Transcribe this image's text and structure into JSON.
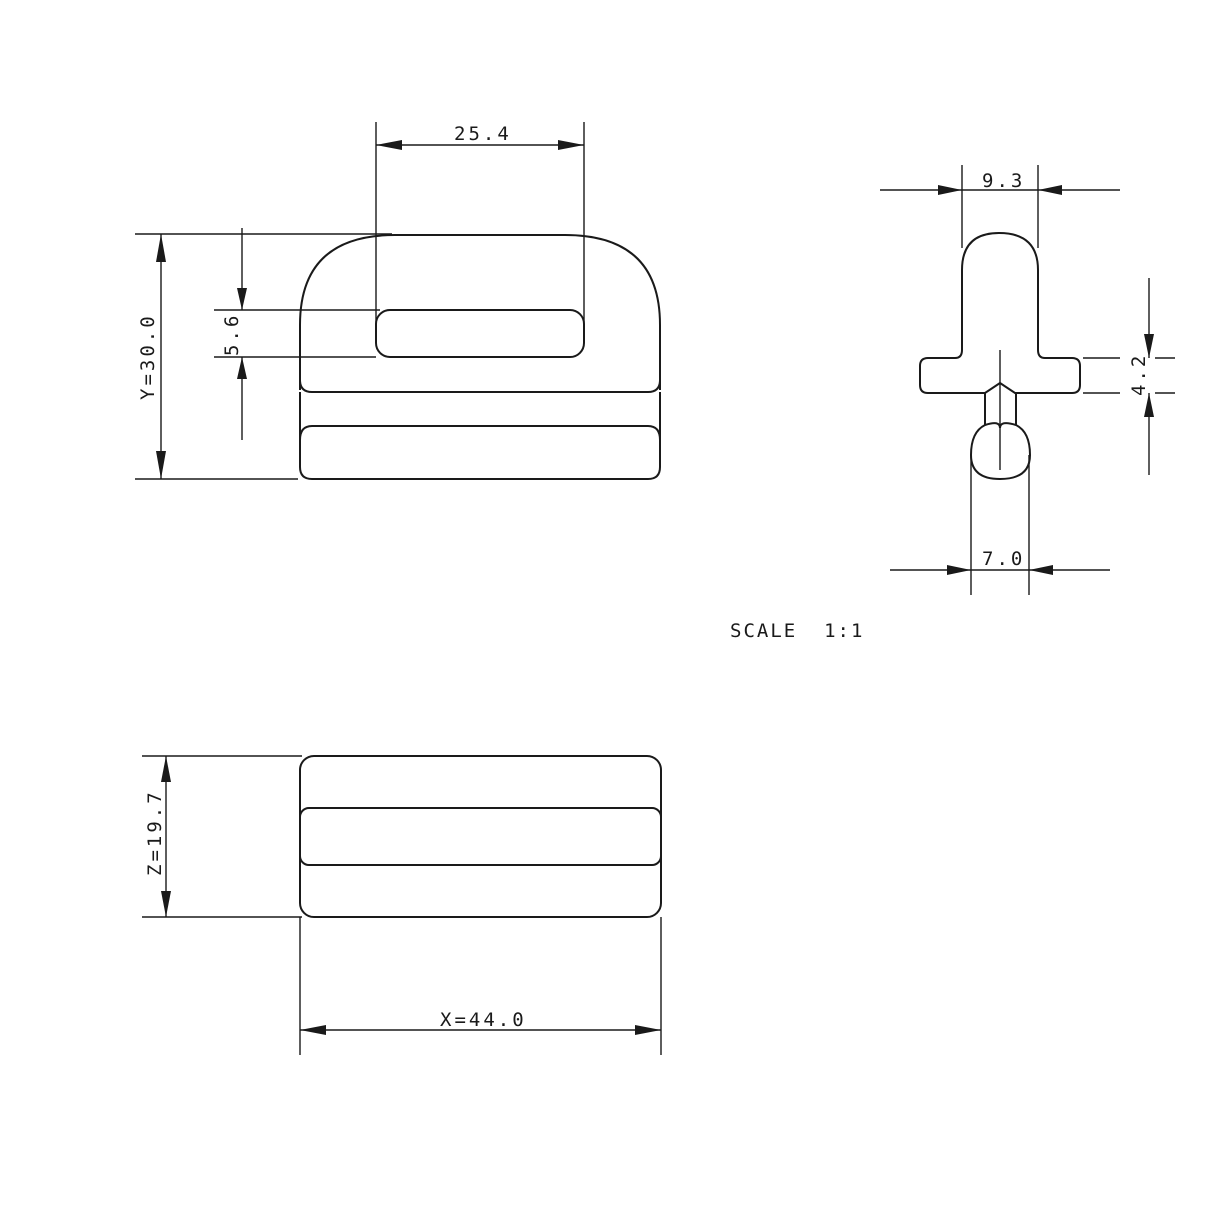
{
  "drawing": {
    "type": "orthographic technical drawing",
    "scale_label": "SCALE  1:1",
    "line_color": "#1a1a1a",
    "background": "#ffffff"
  },
  "front_view": {
    "dimensions": {
      "slot_width": "25.4",
      "slot_height": "5.6",
      "overall_height": "Y=30.0"
    }
  },
  "side_view": {
    "dimensions": {
      "top_width": "9.3",
      "flange_thickness": "4.2",
      "bottom_width": "7.0"
    }
  },
  "top_view": {
    "dimensions": {
      "depth": "Z=19.7",
      "overall_width": "X=44.0"
    }
  }
}
